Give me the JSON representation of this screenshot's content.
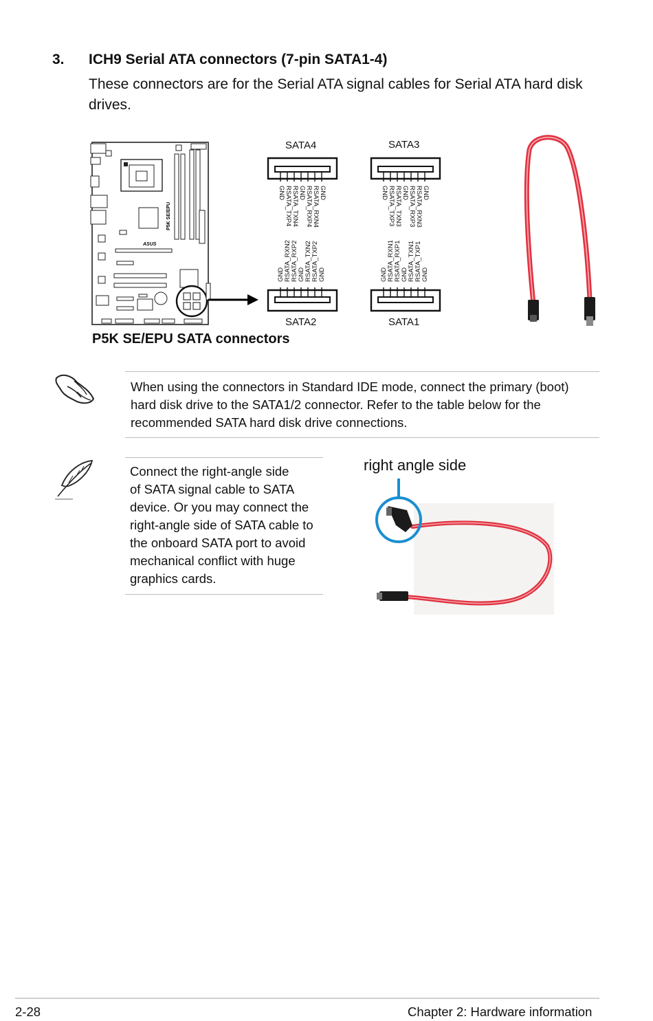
{
  "section": {
    "number": "3.",
    "title": "ICH9 Serial ATA connectors (7-pin SATA1-4)",
    "description_line1": "These connectors are for the Serial ATA signal cables for Serial ATA hard disk",
    "description_line2": "drives."
  },
  "figure": {
    "caption": "P5K SE/EPU SATA connectors",
    "board_model": "P5K SE/EPU",
    "board_brand": "ASUS",
    "connectors": {
      "sata4": {
        "label": "SATA4",
        "pins": [
          "GND",
          "RSATA_TXP4",
          "RSATA_TXN4",
          "GND",
          "RSATA_RXP4",
          "RSATA_RXN4",
          "GND"
        ]
      },
      "sata3": {
        "label": "SATA3",
        "pins": [
          "GND",
          "RSATA_TXP3",
          "RSATA_TXN3",
          "GND",
          "RSATA_RXP3",
          "RSATA_RXN3",
          "GND"
        ]
      },
      "sata2": {
        "label": "SATA2",
        "pins": [
          "GND",
          "RSATA_RXN2",
          "RSATA_RXP2",
          "GND",
          "RSATA_TXN2",
          "RSATA_TXP2",
          "GND"
        ]
      },
      "sata1": {
        "label": "SATA1",
        "pins": [
          "GND",
          "RSATA_RXN1",
          "RSATA_RXP1",
          "GND",
          "RSATA_TXN1",
          "RSATA_TXP1",
          "GND"
        ]
      }
    }
  },
  "notes": {
    "ide_line1": "When using the connectors in Standard IDE mode, connect the primary (boot)",
    "ide_line2": "hard disk drive to the SATA1/2 connector. Refer to the table below for the",
    "ide_line3": "recommended SATA hard disk drive connections.",
    "cable_lines": [
      "Connect the right-angle side",
      "of SATA signal cable to SATA",
      "device. Or you may connect the",
      "right-angle side of SATA cable to",
      "the onboard SATA port to avoid",
      "mechanical conflict with huge",
      "graphics cards."
    ],
    "cable_photo_label": "right angle side"
  },
  "footer": {
    "page_number": "2-28",
    "chapter": "Chapter 2: Hardware information"
  },
  "colors": {
    "cable_red": "#e0303e",
    "highlight_blue": "#1a8fd0",
    "rule_gray": "#bdbdbd"
  }
}
